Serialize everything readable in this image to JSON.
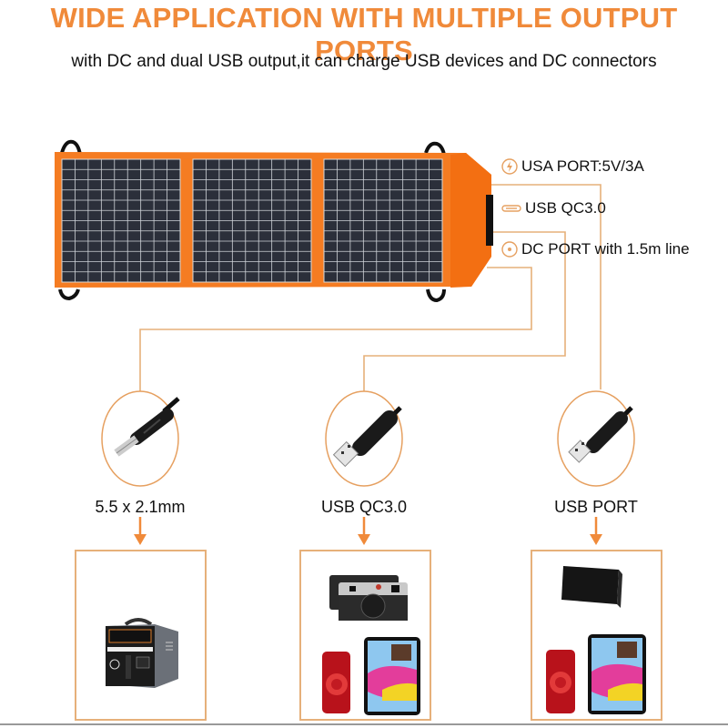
{
  "header": {
    "title": "WIDE APPLICATION WITH MULTIPLE OUTPUT PORTS",
    "subtitle": "with DC and dual USB output,it can charge USB devices and DC connectors"
  },
  "colors": {
    "accent": "#f08a3a",
    "line": "#e6b07a",
    "panel_frame": "#f57c22",
    "cell": "#2b2f3a"
  },
  "product": {
    "name": "foldable-solar-panel",
    "panel_count": 3
  },
  "ports": [
    {
      "icon": "lightning-icon",
      "label": "USA PORT:5V/3A"
    },
    {
      "icon": "usb-c-icon",
      "label": "USB QC3.0"
    },
    {
      "icon": "dc-port-icon",
      "label": "DC PORT with 1.5m line"
    }
  ],
  "connectors": [
    {
      "type": "dc-plug",
      "label": "5.5 x 2.1mm",
      "devices": [
        "portable-power-station"
      ]
    },
    {
      "type": "usb-a-plug",
      "label": "USB QC3.0",
      "devices": [
        "camera",
        "smartphone",
        "tablet"
      ]
    },
    {
      "type": "usb-a-plug",
      "label": "USB PORT",
      "devices": [
        "power-bank",
        "smartphone",
        "tablet"
      ]
    }
  ]
}
